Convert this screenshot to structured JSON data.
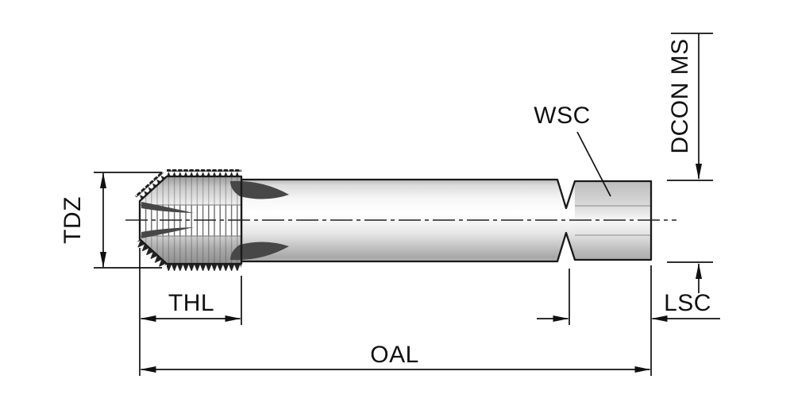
{
  "drawing": {
    "description": "Dimensioned side-view technical line drawing of a machine tap (threaded tool with shank and square drive end)",
    "ink_color": "#111111",
    "metal_light": "#f8f8f8",
    "metal_dark": "#a8a8a8",
    "labels": {
      "tdz": "TDZ",
      "thl": "THL",
      "oal": "OAL",
      "wsc": "WSC",
      "lsc": "LSC",
      "dcon_ms": "DCON MS"
    }
  }
}
